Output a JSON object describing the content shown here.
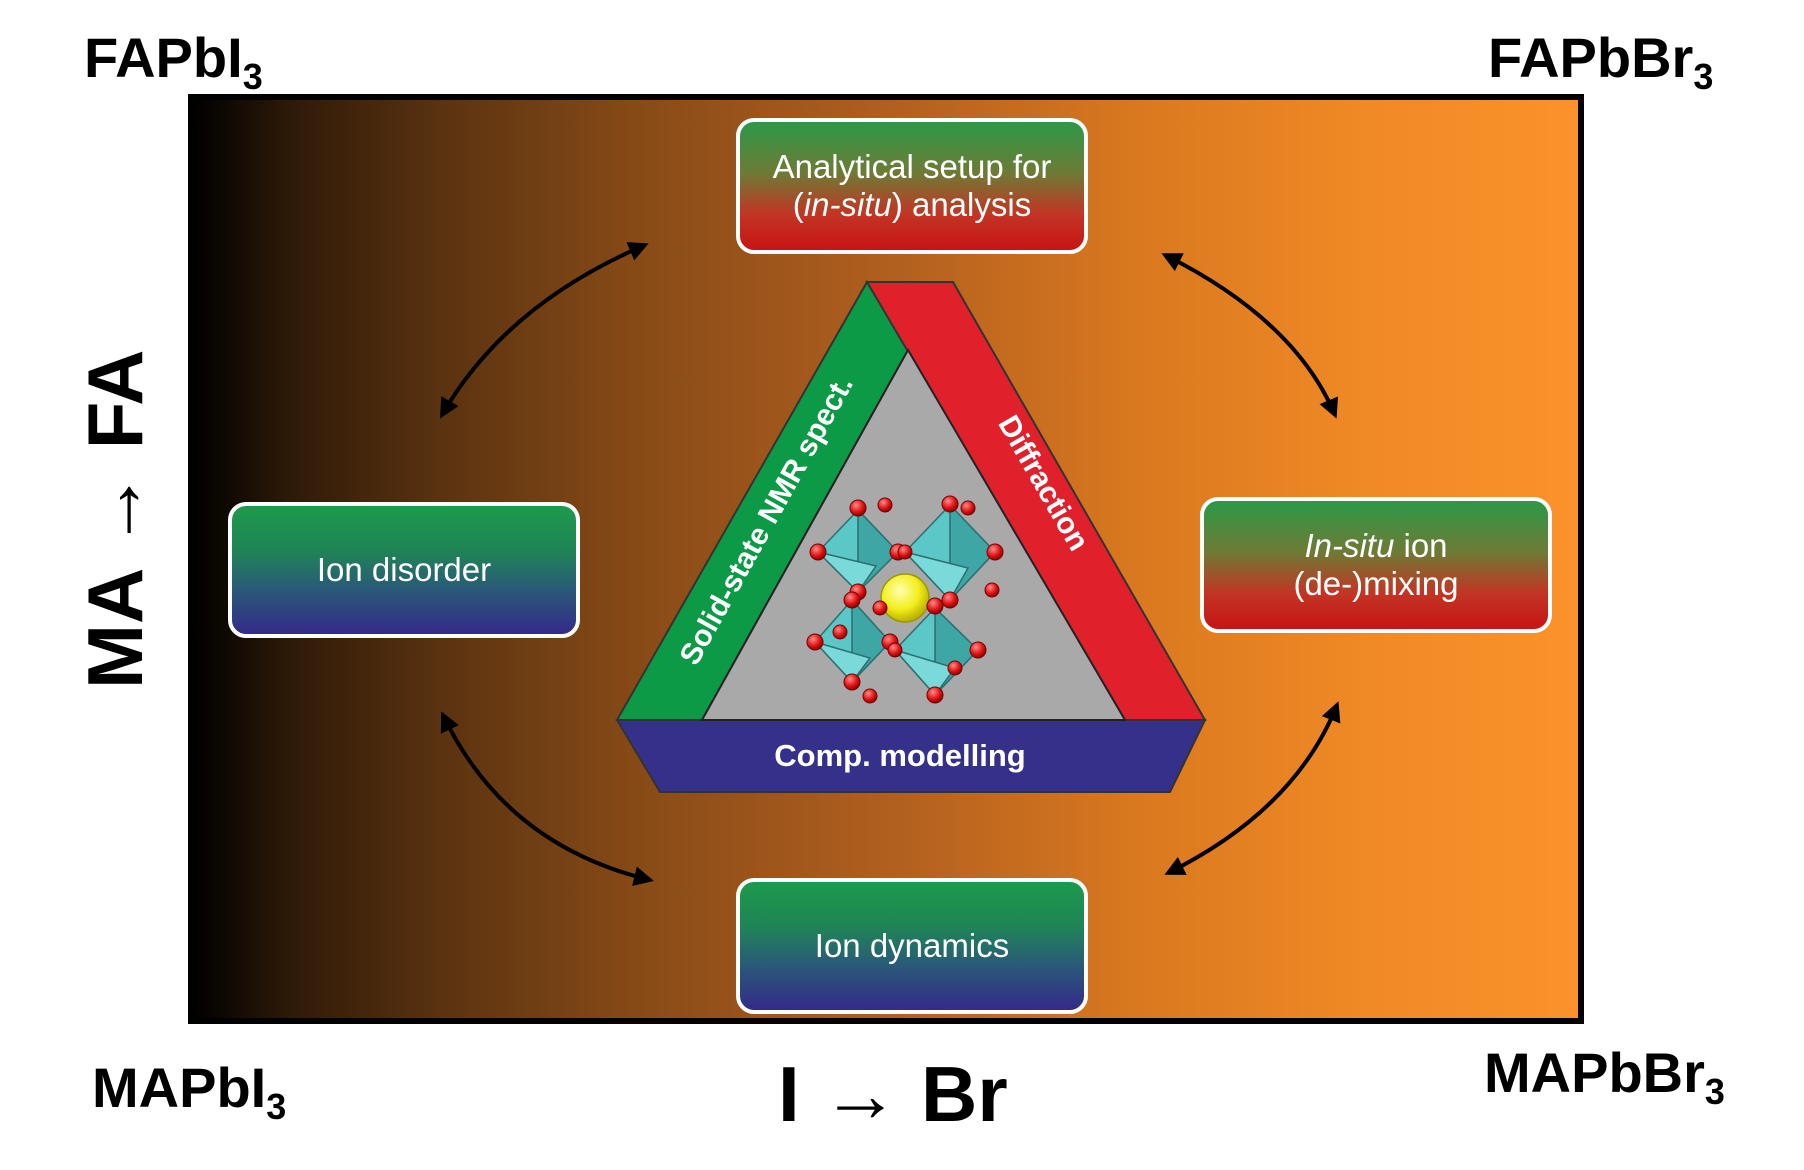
{
  "corners": {
    "top_left": {
      "base": "FAPbI",
      "sub": "3"
    },
    "top_right": {
      "base": "FAPbBr",
      "sub": "3"
    },
    "bottom_left": {
      "base": "MAPbI",
      "sub": "3"
    },
    "bottom_right": {
      "base": "MAPbBr",
      "sub": "3"
    }
  },
  "axes": {
    "horizontal": "I → Br",
    "vertical": "MA → FA"
  },
  "boxes": {
    "top": {
      "line1": "Analytical setup for",
      "line2_italic": "in-situ",
      "line2_prefix": "(",
      "line2_suffix": ") analysis"
    },
    "left": {
      "label": "Ion disorder"
    },
    "right": {
      "line1_italic": "In-situ",
      "line1_suffix": " ion",
      "line2": "(de-)mixing"
    },
    "bottom": {
      "label": "Ion dynamics"
    }
  },
  "triangle": {
    "left_side": "Solid-state NMR spect.",
    "right_side": "Diffraction",
    "bottom_side": "Comp. modelling",
    "colors": {
      "left": "#0c9a46",
      "right": "#e0202a",
      "bottom": "#35308a",
      "center": "#a9a9a9"
    }
  }
}
